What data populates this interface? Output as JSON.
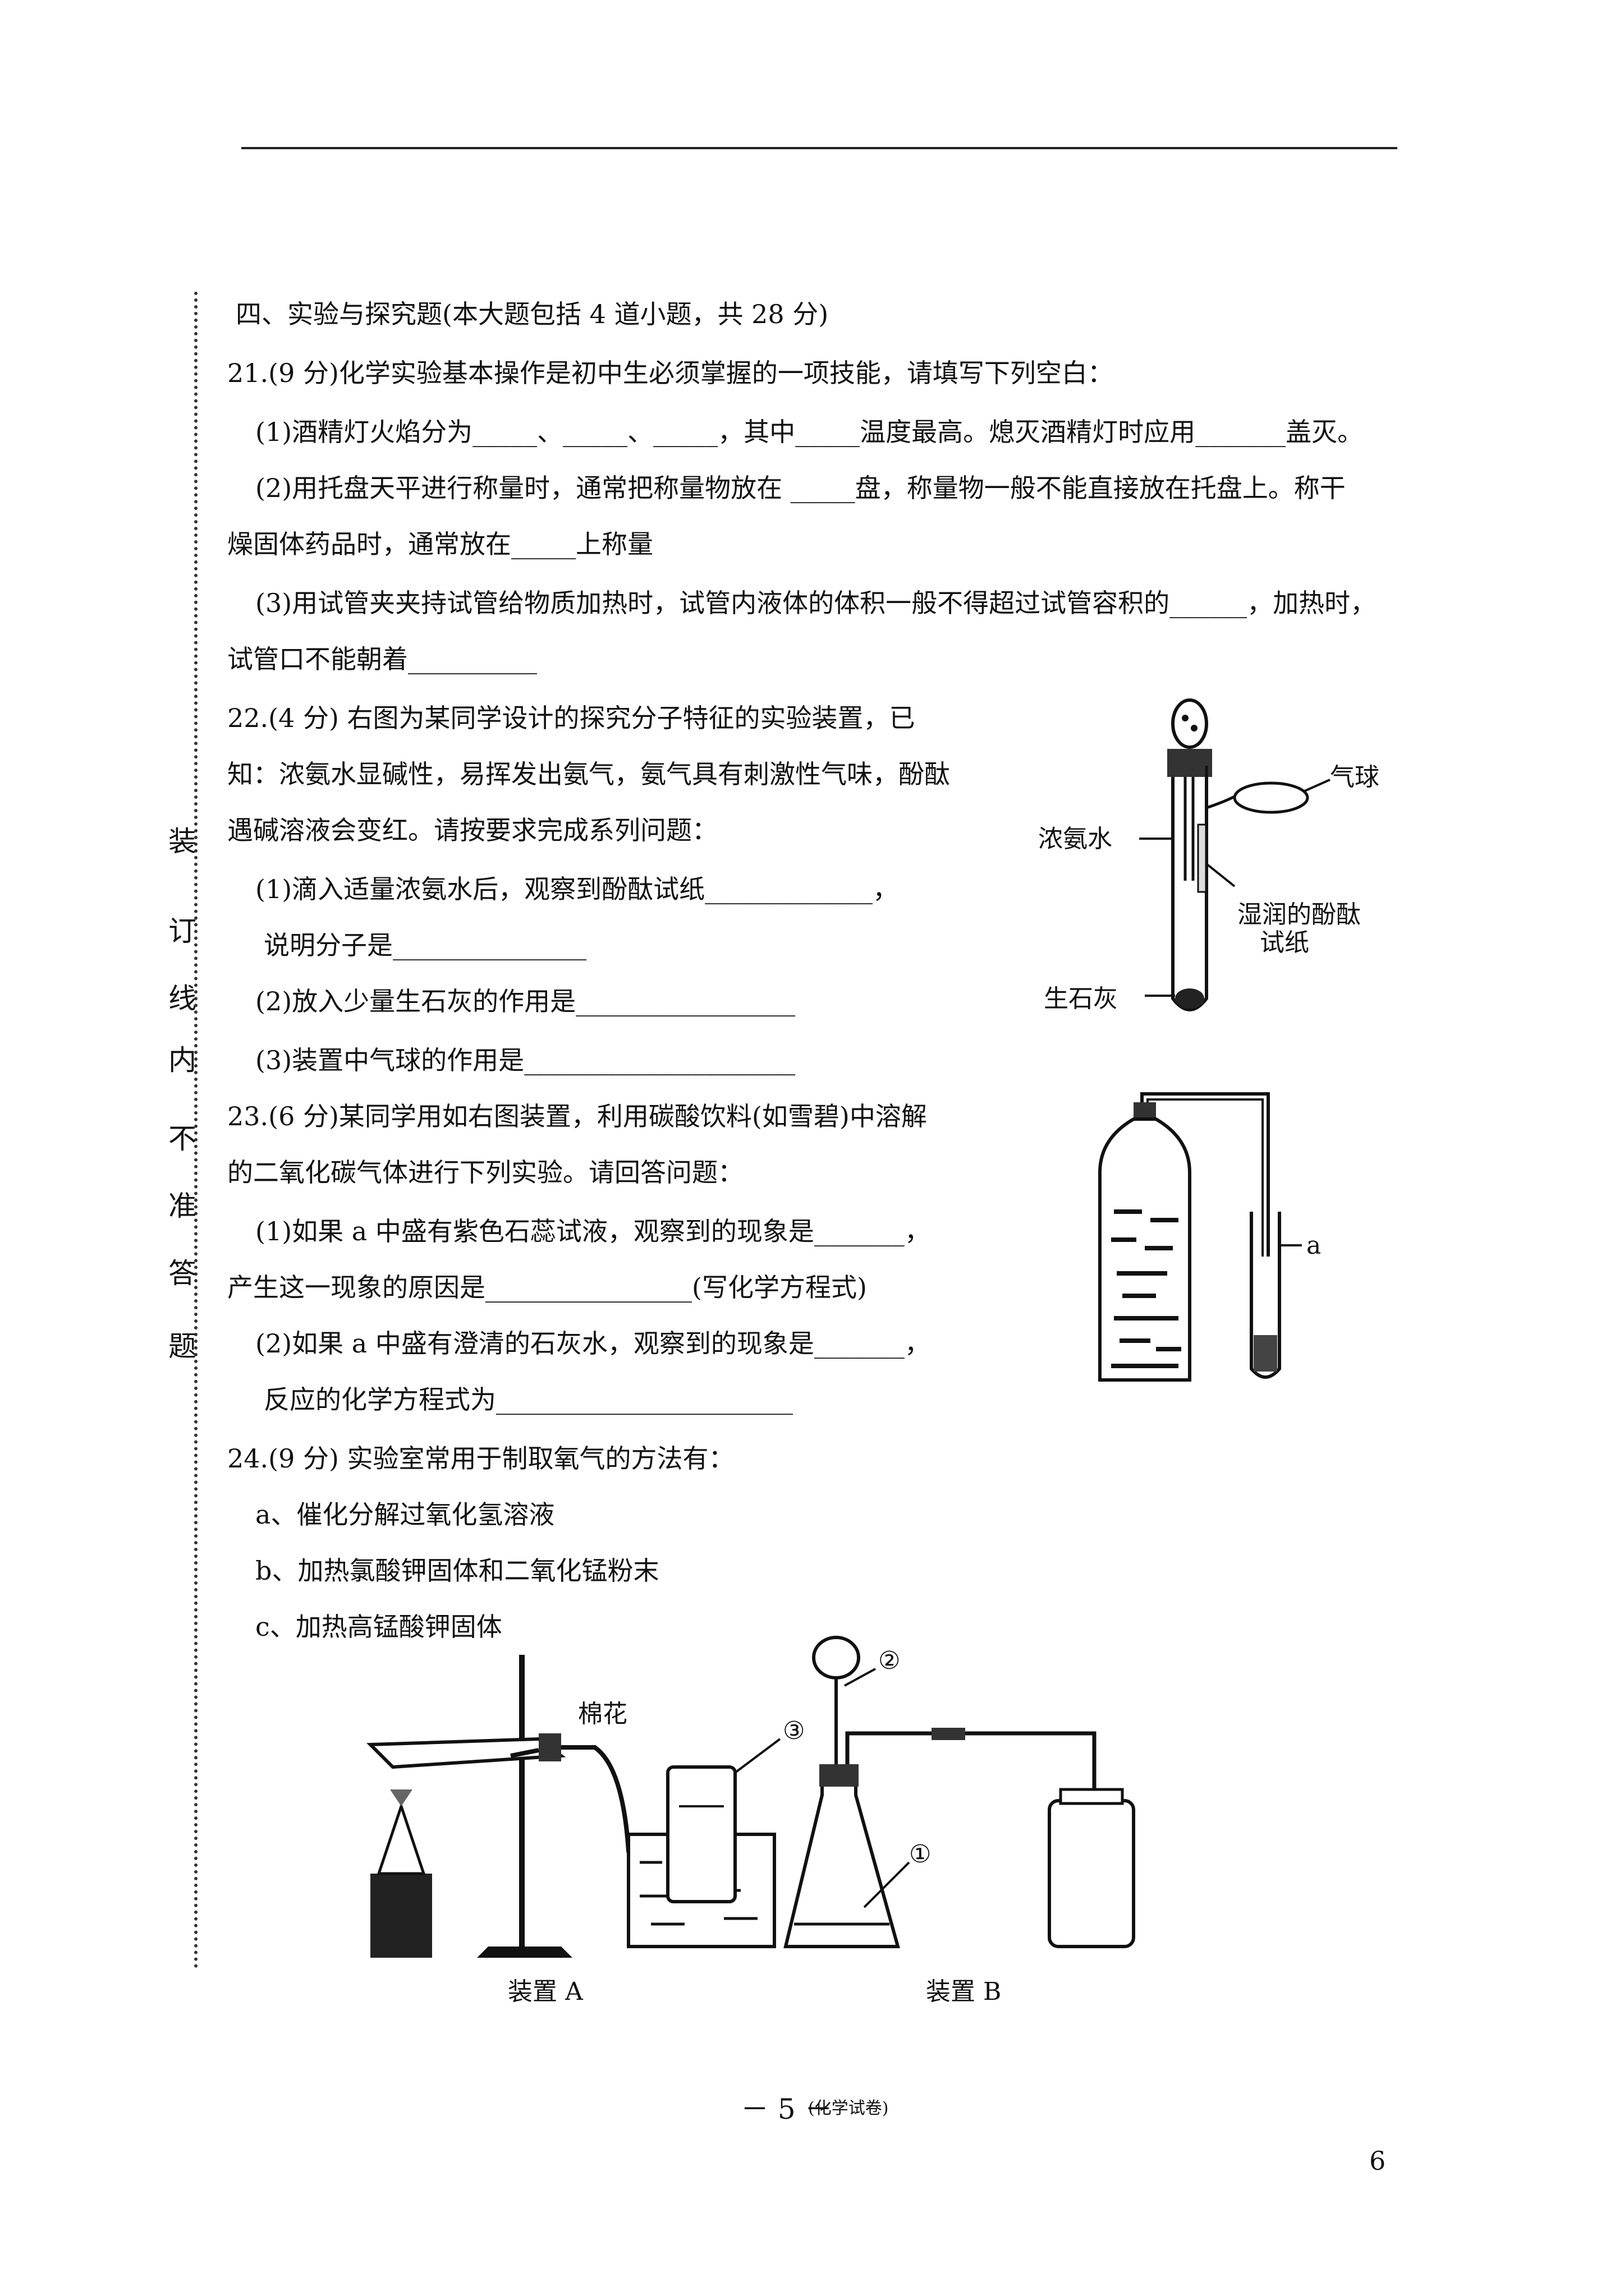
{
  "binding_margin": [
    "装",
    "订",
    "线",
    "内",
    "不",
    "准",
    "答",
    "题"
  ],
  "section_title": "四、实验与探究题(本大题包括 4 道小题，共 28 分)",
  "q21": {
    "stem": "21.(9 分)化学实验基本操作是初中生必须掌握的一项技能，请填写下列空白：",
    "p1": "(1)酒精灯火焰分为_____、_____、_____，其中_____温度最高。熄灭酒精灯时应用_______盖灭。",
    "p2a": "(2)用托盘天平进行称量时，通常把称量物放在 _____盘，称量物一般不能直接放在托盘上。称干",
    "p2b": "燥固体药品时，通常放在_____上称量",
    "p3a": "(3)用试管夹夹持试管给物质加热时，试管内液体的体积一般不得超过试管容积的______，加热时，",
    "p3b": "试管口不能朝着__________"
  },
  "q22": {
    "stem1": "22.(4 分) 右图为某同学设计的探究分子特征的实验装置，已",
    "stem2": "知：浓氨水显碱性，易挥发出氨气，氨气具有刺激性气味，酚酞",
    "stem3": "遇碱溶液会变红。请按要求完成系列问题：",
    "p1a": "(1)滴入适量浓氨水后，观察到酚酞试纸_____________，",
    "p1b": "说明分子是_______________",
    "p2": "(2)放入少量生石灰的作用是_________________",
    "p3": "(3)装置中气球的作用是_____________________",
    "fig": {
      "label_ammonia": "浓氨水",
      "label_balloon": "气球",
      "label_paper1": "湿润的酚酞",
      "label_paper2": "试纸",
      "label_lime": "生石灰"
    }
  },
  "q23": {
    "stem1": "23.(6 分)某同学用如右图装置，利用碳酸饮料(如雪碧)中溶解",
    "stem2": "的二氧化碳气体进行下列实验。请回答问题：",
    "p1a": "(1)如果 a 中盛有紫色石蕊试液，观察到的现象是_______，",
    "p1b": "产生这一现象的原因是________________(写化学方程式)",
    "p2a": "(2)如果 a 中盛有澄清的石灰水，观察到的现象是_______，",
    "p2b": "反应的化学方程式为_______________________",
    "fig": {
      "label_a": "a"
    }
  },
  "q24": {
    "stem": "24.(9 分) 实验室常用于制取氧气的方法有：",
    "a": "a、催化分解过氧化氢溶液",
    "b": "b、加热氯酸钾固体和二氧化锰粉末",
    "c": "c、加热高锰酸钾固体",
    "fig": {
      "label_cotton": "棉花",
      "label_1": "①",
      "label_2": "②",
      "label_3": "③",
      "caption_a": "装置 A",
      "caption_b": "装置 B"
    }
  },
  "footer": {
    "page_mark": "－ 5 －",
    "subject": "(化学试卷)",
    "page_number": "6"
  }
}
